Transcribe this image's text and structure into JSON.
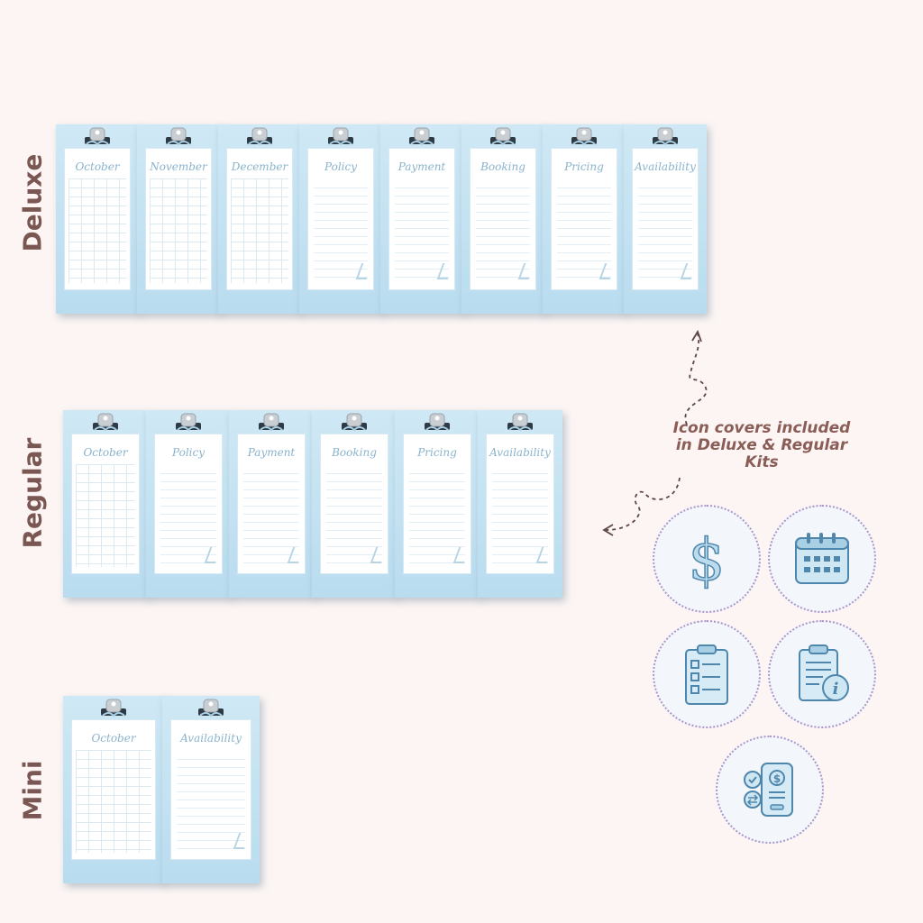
{
  "rows": {
    "deluxe": {
      "label": "Deluxe",
      "cards": [
        "October",
        "November",
        "December",
        "Policy",
        "Payment",
        "Booking",
        "Pricing",
        "Availability"
      ]
    },
    "regular": {
      "label": "Regular",
      "cards": [
        "October",
        "Policy",
        "Payment",
        "Booking",
        "Pricing",
        "Availability"
      ]
    },
    "mini": {
      "label": "Mini",
      "cards": [
        "October",
        "Availability"
      ]
    }
  },
  "callout": {
    "text": "Icon covers included in Deluxe & Regular Kits"
  },
  "icons": [
    "dollar-icon",
    "calendar-icon",
    "checklist-icon",
    "info-document-icon",
    "payment-phone-icon"
  ],
  "colors": {
    "background": "#fcf5f4",
    "label": "#7a5752",
    "card": "#c4e2f2",
    "accent": "#8ab3cc",
    "circle_border": "#a995c9"
  }
}
